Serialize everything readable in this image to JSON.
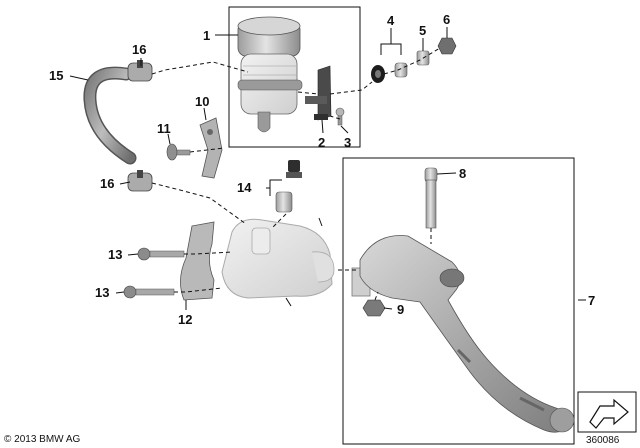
{
  "callouts": [
    {
      "id": "c1",
      "text": "1"
    },
    {
      "id": "c2",
      "text": "2"
    },
    {
      "id": "c3",
      "text": "3"
    },
    {
      "id": "c4",
      "text": "4"
    },
    {
      "id": "c5",
      "text": "5"
    },
    {
      "id": "c6",
      "text": "6"
    },
    {
      "id": "c7",
      "text": "7"
    },
    {
      "id": "c8",
      "text": "8"
    },
    {
      "id": "c9",
      "text": "9"
    },
    {
      "id": "c10",
      "text": "10"
    },
    {
      "id": "c11",
      "text": "11"
    },
    {
      "id": "c12",
      "text": "12"
    },
    {
      "id": "c13a",
      "text": "13"
    },
    {
      "id": "c13b",
      "text": "13"
    },
    {
      "id": "c14",
      "text": "14"
    },
    {
      "id": "c15",
      "text": "15"
    },
    {
      "id": "c16a",
      "text": "16"
    },
    {
      "id": "c16b",
      "text": "16"
    }
  ],
  "footer": {
    "copyright": "© 2013 BMW AG",
    "reference_number": "360086"
  },
  "colors": {
    "part_fill": "#c8c8c8",
    "part_dark": "#8a8a8a",
    "part_light": "#e6e6e6",
    "line": "#111111"
  },
  "icons": {
    "forward_arrow": "arrow-icon"
  }
}
